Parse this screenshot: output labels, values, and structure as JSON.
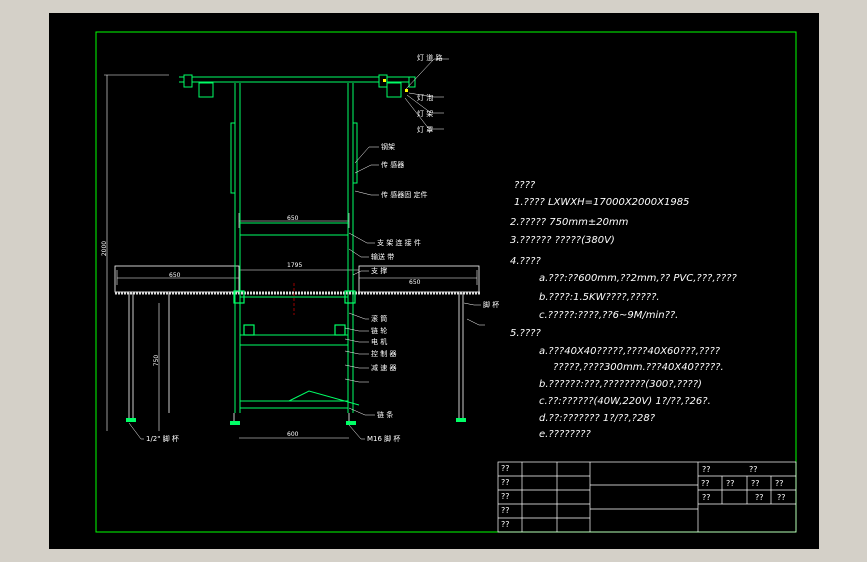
{
  "colors": {
    "paper": "#000000",
    "frame": "#00ff00",
    "structure": "#00ff66",
    "dimension": "#ffffff",
    "annotation": "#ffffff",
    "accent": "#ff0000",
    "highlight": "#ffff00",
    "window_bg": "#d4d0c8"
  },
  "callouts_top": [
    "灯 道 路",
    "灯 泡",
    "灯 架",
    "灯 罩"
  ],
  "callouts_mid": [
    "钢架",
    "传 感器",
    "传 感器固 定件",
    "支 架 连 接 件",
    "输送 带",
    "支 撑"
  ],
  "callouts_lower": [
    "滚 筒",
    "链 轮",
    "电 机",
    "控 制 器",
    "减 速 器",
    "链 条"
  ],
  "callouts_bottom": [
    "1/2\" 脚 杯",
    "M16 脚 杯",
    "脚 杯"
  ],
  "dimensions": {
    "top_width": "650",
    "main_length": "1795",
    "left_ext": "650",
    "right_ext": "650",
    "height": "2000",
    "work_height": "750",
    "base_width": "600"
  },
  "notes": [
    "????",
    "1.????   LXWXH=17000X2000X1985",
    "2.????? 750mm±20mm",
    "3.?????? ?????(380V)",
    "4.????",
    "a.???:??600mm,??2mm,?? PVC,???,????",
    "b.????:1.5KW????,?????.",
    "c.?????:????,??6~9M/min??.",
    "5.????",
    "a.???40X40?????,????40X60???,????",
    "?????,????300mm.???40X40?????.",
    "b.??????:???,????????(300?,????)",
    "c.??:??????(40W,220V)  1?/??,?26?.",
    "d.??:???????  1?/??,?28?",
    "e.????????"
  ],
  "title_block": {
    "left_labels": [
      "??",
      "??",
      "??",
      "??",
      "??"
    ],
    "right_top": [
      "??",
      "??"
    ],
    "right_mid": [
      "??",
      "??",
      "??",
      "??"
    ],
    "right_low": [
      "??",
      "??",
      "??"
    ]
  }
}
